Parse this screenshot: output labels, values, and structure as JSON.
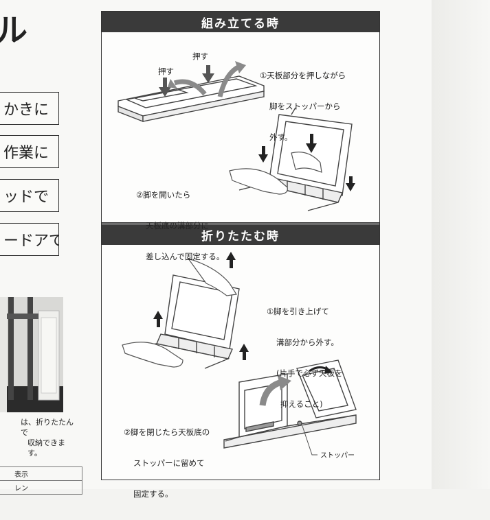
{
  "left_column": {
    "title_fragment": "ル",
    "boxes": [
      "かきに",
      "作業に",
      "ッドで",
      "ードアで"
    ],
    "caption_lines": [
      "は、折りたたんで",
      "収納できます。"
    ],
    "table": {
      "header": "表示",
      "row": "レン"
    }
  },
  "panel": {
    "assemble": {
      "title": "組み立てる時",
      "push_label_1": "押す",
      "push_label_2": "押す",
      "step1": [
        "①天板部分を押しながら",
        "脚をストッパーから",
        "外す。"
      ],
      "step2": [
        "②脚を開いたら",
        "天板底の溝部分に",
        "差し込んで固定する。"
      ]
    },
    "fold": {
      "title": "折りたたむ時",
      "step1": [
        "①脚を引き上げて",
        "溝部分から外す。",
        "(片手で必ず天板を",
        "抑えること)"
      ],
      "step2": [
        "②脚を閉じたら天板底の",
        "ストッパーに留めて",
        "固定する。"
      ],
      "stopper_label": "ストッパー"
    }
  },
  "colors": {
    "header_bar": "#3a3a3a",
    "arrow_gray": "#8a8a8a",
    "arrow_dark": "#222222"
  }
}
